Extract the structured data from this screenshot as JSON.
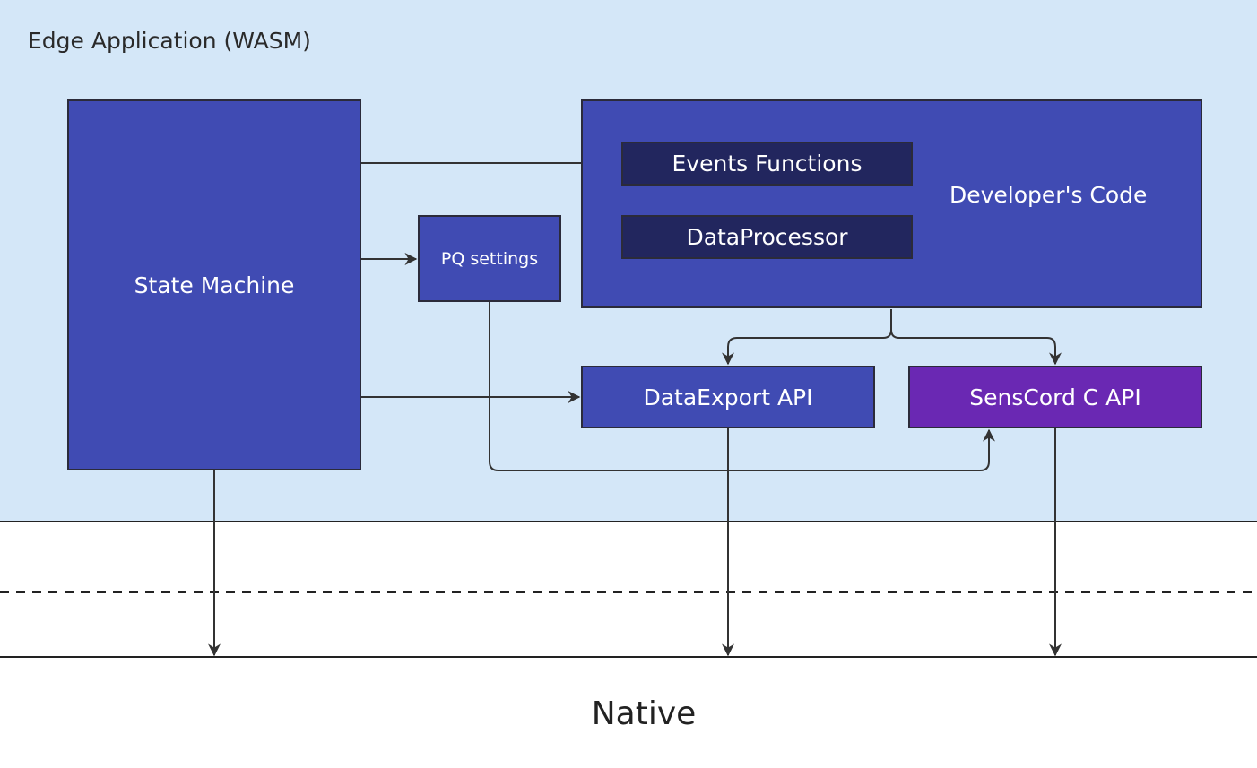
{
  "region": {
    "title": "Edge Application (WASM)",
    "background": "#d4e7f8"
  },
  "boxes": {
    "state_machine": "State Machine",
    "pq_settings": "PQ settings",
    "developers_code": "Developer's Code",
    "events_functions": "Events Functions",
    "data_processor": "DataProcessor",
    "data_export_api": "DataExport API",
    "senscord_c_api": "SensCord C API"
  },
  "native": {
    "label": "Native"
  },
  "colors": {
    "component_blue": "#404bb3",
    "component_navy": "#22265e",
    "component_purple": "#6a28b3",
    "line": "#333333"
  }
}
